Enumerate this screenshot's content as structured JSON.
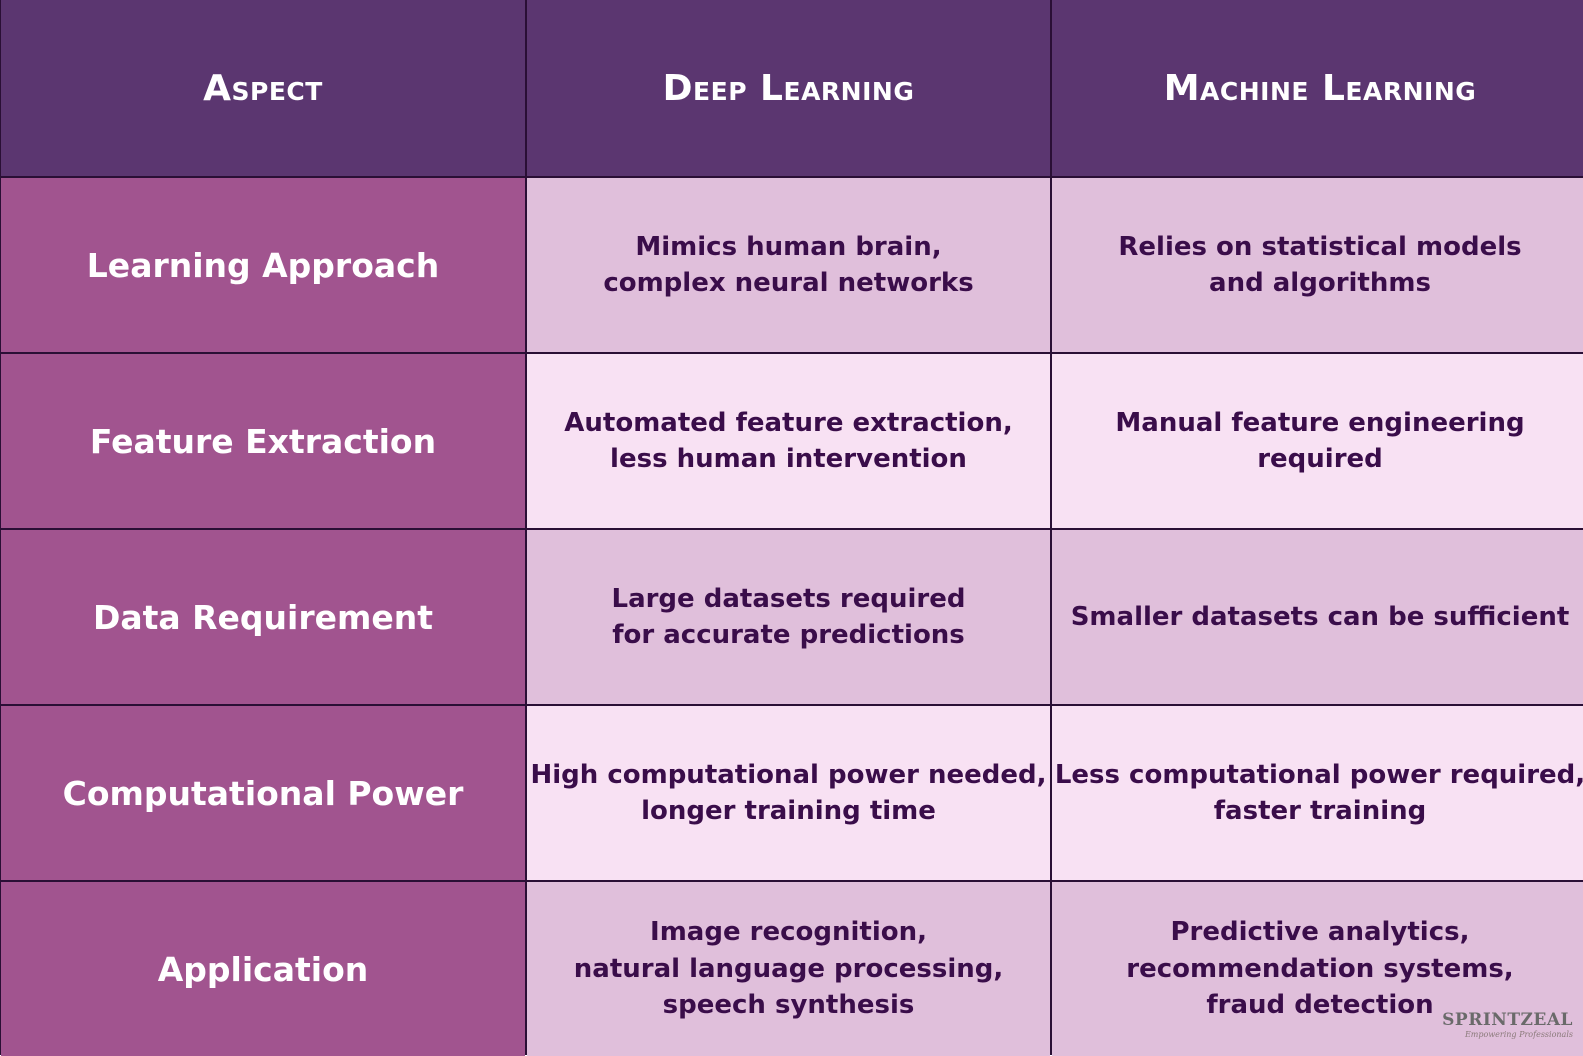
{
  "headers": [
    "Aspect",
    "Deep Learning",
    "Machine Learning"
  ],
  "rows": [
    {
      "aspect": "Learning Approach",
      "deep": [
        "Mimics human brain,",
        "complex neural networks"
      ],
      "ml": [
        "Relies on statistical models",
        "and algorithms"
      ]
    },
    {
      "aspect": "Feature Extraction",
      "deep": [
        "Automated feature extraction,",
        "less human intervention"
      ],
      "ml": [
        "Manual feature engineering",
        "required"
      ]
    },
    {
      "aspect": "Data Requirement",
      "deep": [
        "Large datasets required",
        "for accurate predictions"
      ],
      "ml": [
        "Smaller datasets can be sufficient"
      ]
    },
    {
      "aspect": "Computational Power",
      "deep": [
        "High computational power needed,",
        "longer training time"
      ],
      "ml": [
        "Less computational power required,",
        "faster training"
      ]
    },
    {
      "aspect": "Application",
      "deep": [
        "Image recognition,",
        "natural language processing,",
        "speech synthesis"
      ],
      "ml": [
        "Predictive analytics,",
        "recommendation systems,",
        "fraud detection"
      ]
    }
  ],
  "logo": {
    "main": "SPRINTZEAL",
    "tagline": "Empowering Professionals"
  },
  "colors": {
    "header_bg": "#5b3670",
    "label_bg": "#a1548f",
    "row_dark": "#e0bfdb",
    "row_light": "#f8e1f3",
    "body_text": "#3a0d4a"
  }
}
